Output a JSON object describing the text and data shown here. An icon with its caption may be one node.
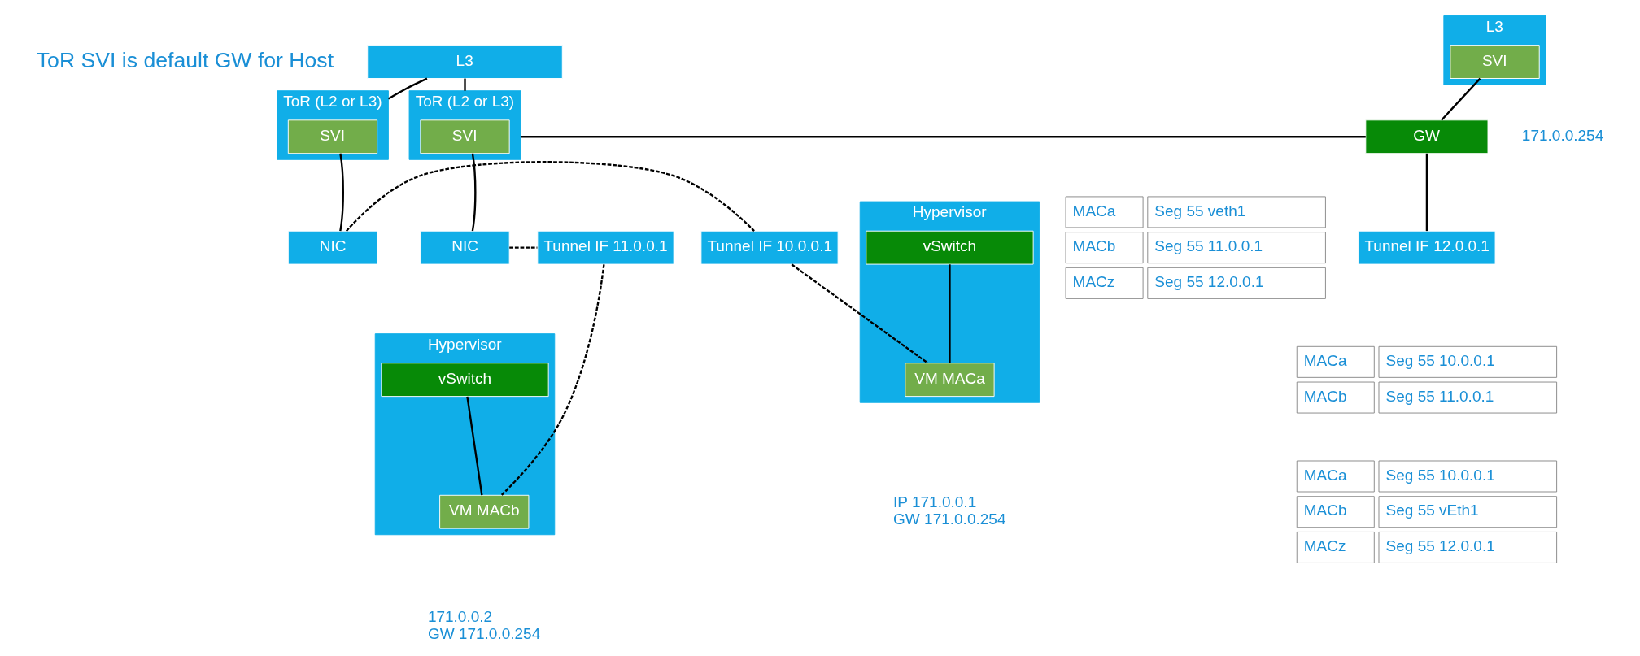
{
  "diagram": {
    "nodes": [
      {
        "text": [
          "L3"
        ]
      },
      {
        "text": [
          "ToR (L2 or L3)"
        ]
      },
      {
        "text": [
          "SVI"
        ],
        "in": 1
      },
      {
        "text": [
          "ToR (L2 or L3)"
        ]
      },
      {
        "text": [
          "SVI"
        ],
        "in": 3
      },
      {
        "text": [
          "L3"
        ]
      },
      {
        "text": [
          "SVI"
        ],
        "in": 5,
        "beside": [
          "171.0.0.254"
        ]
      },
      {
        "text": [
          "GW"
        ]
      },
      {
        "text": [
          "Tunnel IF 12.0.0.1"
        ]
      },
      {
        "text": [
          "NIC"
        ]
      },
      {
        "text": [
          "Tunnel IF 10.0.0.1"
        ]
      },
      {
        "text": [
          "Hypervisor"
        ]
      },
      {
        "text": [
          "vSwitch"
        ],
        "in": 11
      },
      {
        "text": [
          "VM MACa"
        ],
        "in": 11,
        "beside": [
          "IP 171.0.0.1",
          "GW 171.0.0.254"
        ]
      },
      {
        "text": [
          "NIC"
        ]
      },
      {
        "text": [
          "Tunnel IF 11.0.0.1"
        ]
      },
      {
        "text": [
          "Hypervisor"
        ]
      },
      {
        "text": [
          "vSwitch"
        ],
        "in": 16
      },
      {
        "text": [
          "VM MACb"
        ],
        "in": 16,
        "beside": [
          "171.0.0.2",
          "GW 171.0.0.254"
        ]
      }
    ],
    "edges": [
      {
        "from": 0,
        "to": 1,
        "arrow": "none"
      },
      {
        "from": 0,
        "to": 3,
        "arrow": "none"
      },
      {
        "from": 3,
        "to": 7,
        "arrow": "none"
      },
      {
        "from": 6,
        "to": 7,
        "arrow": "none"
      },
      {
        "from": 7,
        "to": 8,
        "arrow": "none"
      },
      {
        "from": 2,
        "to": 9,
        "arrow": "none"
      },
      {
        "from": 9,
        "to": 10,
        "arrow": "none",
        "style": "dashed"
      },
      {
        "from": 10,
        "to": 13,
        "arrow": "none",
        "style": "dashed"
      },
      {
        "from": 12,
        "to": 13,
        "arrow": "none"
      },
      {
        "from": 4,
        "to": 14,
        "arrow": "none"
      },
      {
        "from": 14,
        "to": 15,
        "arrow": "none",
        "style": "dashed"
      },
      {
        "from": 15,
        "to": 18,
        "arrow": "none",
        "style": "dashed"
      },
      {
        "from": 17,
        "to": 18,
        "arrow": "none"
      }
    ],
    "labels": [
      "ToR SVI is default GW for Host",
      "MACa",
      "Seg 55 veth1",
      "MACb",
      "Seg 55 11.0.0.1",
      "MACz",
      "Seg 55 12.0.0.1",
      "MACa",
      "Seg 55 10.0.0.1",
      "MACb",
      "Seg 55 11.0.0.1",
      "MACa",
      "Seg 55 10.0.0.1",
      "MACb",
      "Seg 55 vEth1",
      "MACz",
      "Seg 55 12.0.0.1"
    ]
  }
}
